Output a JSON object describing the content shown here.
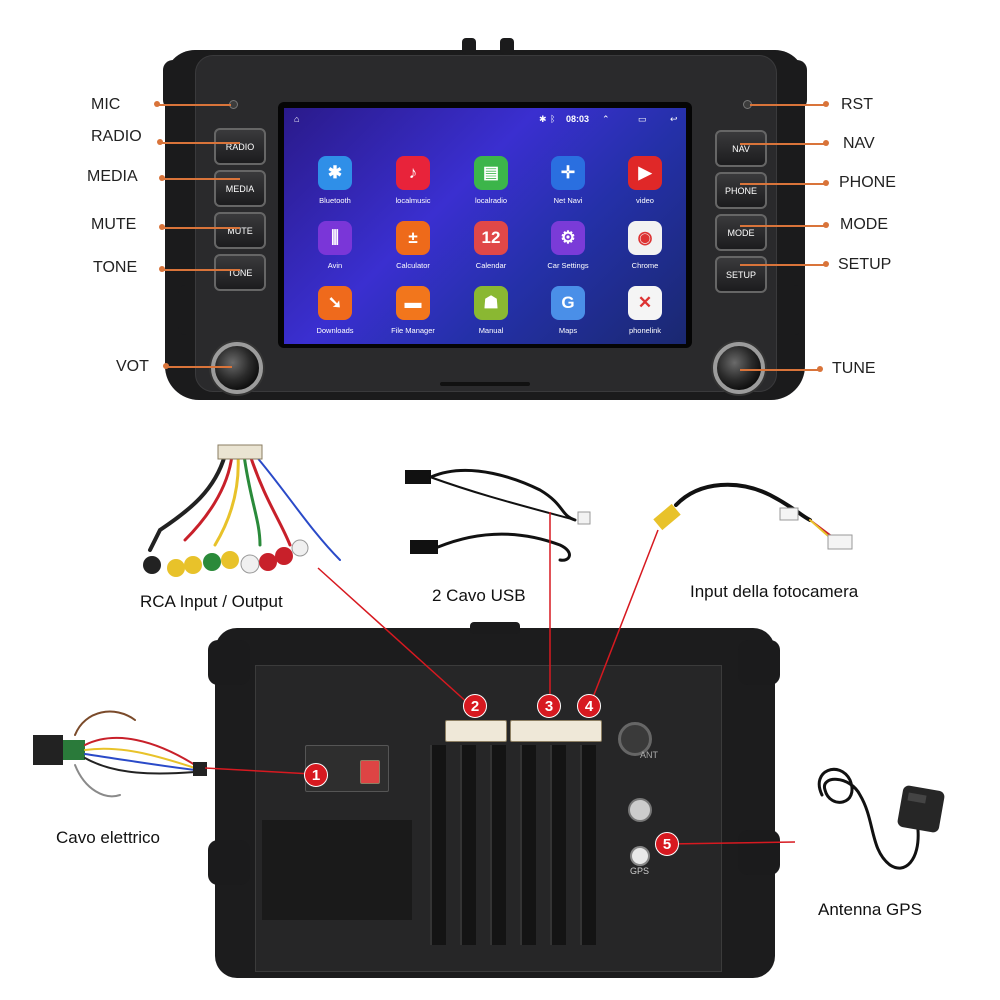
{
  "head_unit": {
    "status": {
      "time": "08:03"
    },
    "apps": [
      {
        "label": "Bluetooth",
        "icon": "bluetooth-icon",
        "glyph": "✱",
        "color": "#2f8fe8"
      },
      {
        "label": "localmusic",
        "icon": "music-icon",
        "glyph": "♪",
        "color": "#e8233a"
      },
      {
        "label": "localradio",
        "icon": "radio-icon",
        "glyph": "▤",
        "color": "#3cb54a"
      },
      {
        "label": "Net Navi",
        "icon": "navigation-icon",
        "glyph": "✛",
        "color": "#2a6fe0"
      },
      {
        "label": "video",
        "icon": "video-icon",
        "glyph": "▶",
        "color": "#e02828"
      },
      {
        "label": "Avin",
        "icon": "equalizer-icon",
        "glyph": "⫼",
        "color": "#7a36d8"
      },
      {
        "label": "Calculator",
        "icon": "calculator-icon",
        "glyph": "±",
        "color": "#ee6a1a"
      },
      {
        "label": "Calendar",
        "icon": "calendar-icon",
        "glyph": "12",
        "color": "#e04848"
      },
      {
        "label": "Car Settings",
        "icon": "settings-gear-icon",
        "glyph": "⚙",
        "color": "#7a3bd8"
      },
      {
        "label": "Chrome",
        "icon": "chrome-icon",
        "glyph": "◉",
        "color": "#f2f2f2"
      },
      {
        "label": "Downloads",
        "icon": "download-icon",
        "glyph": "➘",
        "color": "#ef6a1c"
      },
      {
        "label": "File Manager",
        "icon": "folder-icon",
        "glyph": "▬",
        "color": "#f2761c"
      },
      {
        "label": "Manual",
        "icon": "android-icon",
        "glyph": "☗",
        "color": "#8ab832"
      },
      {
        "label": "Maps",
        "icon": "maps-icon",
        "glyph": "G",
        "color": "#4a8fe8"
      },
      {
        "label": "phonelink",
        "icon": "phonelink-icon",
        "glyph": "✕",
        "color": "#f5f5f5"
      }
    ],
    "left_buttons": [
      "RADIO",
      "MEDIA",
      "MUTE",
      "TONE"
    ],
    "right_buttons": [
      "NAV",
      "PHONE",
      "MODE",
      "SETUP"
    ]
  },
  "callouts": {
    "mic": "MIC",
    "radio": "RADIO",
    "media": "MEDIA",
    "mute": "MUTE",
    "tone": "TONE",
    "vot": "VOT",
    "rst": "RST",
    "nav": "NAV",
    "phone": "PHONE",
    "mode": "MODE",
    "setup": "SETUP",
    "tune": "TUNE"
  },
  "accessories": {
    "rca": "RCA Input / Output",
    "usb": "2 Cavo USB",
    "camera": "Input della fotocamera",
    "power": "Cavo elettrico",
    "gps": "Antenna GPS"
  },
  "back_panel": {
    "ports": [
      "1",
      "2",
      "3",
      "4",
      "5"
    ],
    "antenna_label": "ANT",
    "gps_port_label": "GPS"
  },
  "colors": {
    "callout_line": "#d9743a",
    "badge": "#d71920",
    "pointer_line": "#d71920"
  }
}
